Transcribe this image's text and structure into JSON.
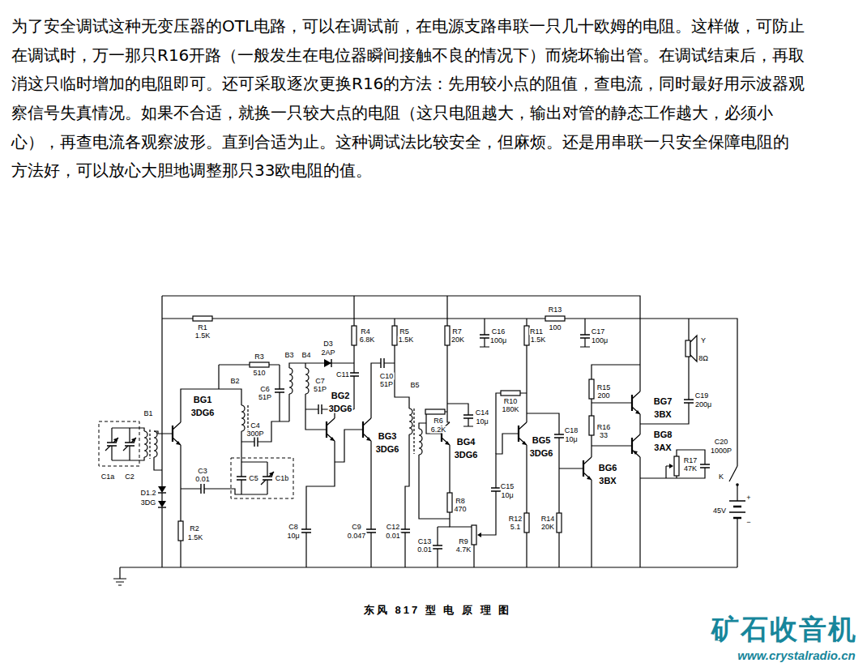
{
  "diagram": {
    "caption": "东风 817 型 电 原 理 图",
    "labels": [
      "为了安全调试这种无变压器的OTL电路，可以在调试前，在电源支路串联一只几十欧姆的电阻。这样做，可防止",
      "在调试时，万一那只R16开路（一般发生在电位器瞬间接触不良的情况下）而烧坏输出管。在调试结束后，再取",
      "消这只临时增加的电阻即可。还可采取逐次更换R16的方法：先用较小点的阻值，查电流，同时最好用示波器观",
      "察信号失真情况。如果不合适，就换一只较大点的电阻（这只电阻越大，输出对管的静态工作越大，必须小",
      "心），再查电流各观察波形。直到合适为止。这种调试法比较安全，但麻烦。还是用串联一只安全保障电阻的",
      "方法好，可以放心大胆地调整那只33欧电阻的值。",
      "R1",
      "1.5K",
      "R3",
      "510",
      "B3",
      "B4",
      "D3",
      "2AP",
      "C11",
      "R4",
      "6.8K",
      "R5",
      "1.5K",
      "R7",
      "20K",
      "C16",
      "100μ",
      "R11",
      "1.5K",
      "R13",
      "100",
      "C17",
      "100μ",
      "Y",
      "8Ω",
      "B2",
      "C6",
      "51P",
      "C7",
      "51P",
      "C10",
      "51P",
      "B5",
      "BG1",
      "3DG6",
      "BG2",
      "3DG6",
      "BG3",
      "3DG6",
      "R6",
      "6.2K",
      "C14",
      "10μ",
      "BG4",
      "3DG6",
      "R10",
      "180K",
      "BG5",
      "3DG6",
      "C18",
      "10μ",
      "R15",
      "200",
      "BG7",
      "3BX",
      "C19",
      "200μ",
      "R16",
      "33",
      "BG8",
      "3AX",
      "R17",
      "47K",
      "C20",
      "1000P",
      "B1",
      "C1a",
      "C2",
      "C4",
      "300P",
      "C5",
      "C1b",
      "C3",
      "0.01",
      "D1.2",
      "3DG",
      "R2",
      "1.5K",
      "C8",
      "10μ",
      "C9",
      "0.047",
      "C12",
      "0.01",
      "C15",
      "10μ",
      "R8",
      "470",
      "C13",
      "0.01",
      "R9",
      "4.7K",
      "R12",
      "5.1",
      "R14",
      "20K",
      "BG6",
      "3BX",
      "K",
      "+",
      "45V",
      "−",
      "矿石收音机",
      "www.crystalradio.cn"
    ]
  }
}
